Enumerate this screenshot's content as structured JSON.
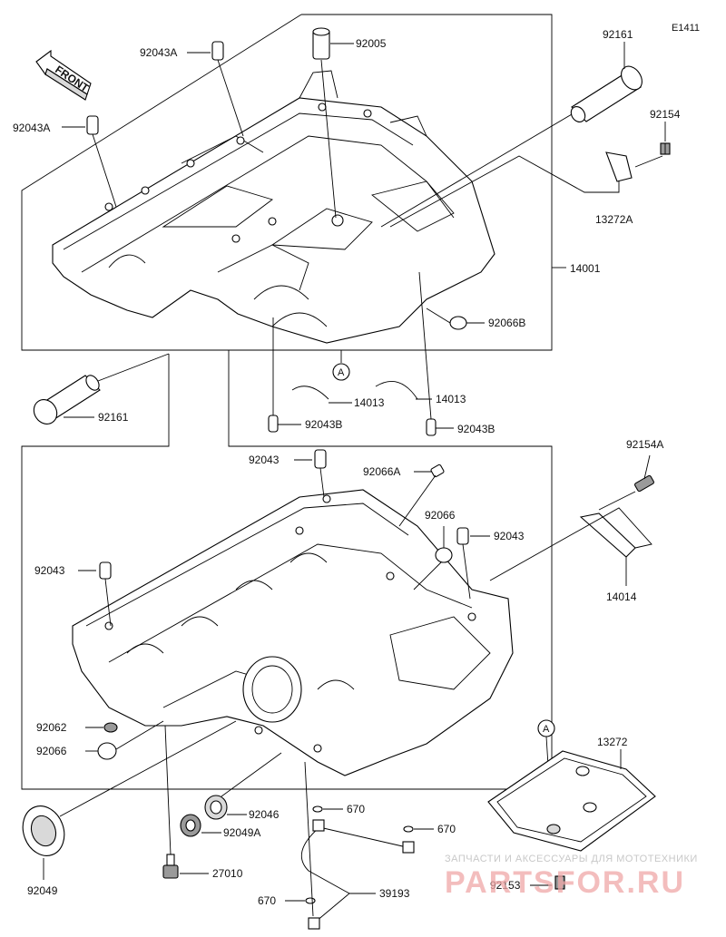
{
  "diagram_code": "E1411",
  "front_label": "FRONT",
  "ref_marker": "A",
  "parts": {
    "p92043a_top": "92043A",
    "p92005": "92005",
    "p92161_top": "92161",
    "p92154": "92154",
    "p92043a_left": "92043A",
    "p13272a": "13272A",
    "p14001": "14001",
    "p92066b": "92066B",
    "p14013_left": "14013",
    "p14013_right": "14013",
    "p92043b_left": "92043B",
    "p92043b_right": "92043B",
    "p92161_left": "92161",
    "p92043_top": "92043",
    "p92066a": "92066A",
    "p92154a": "92154A",
    "p92066": "92066",
    "p92043_right": "92043",
    "p92043_left": "92043",
    "p14014": "14014",
    "p92062": "92062",
    "p92066_left": "92066",
    "p13272": "13272",
    "p92046": "92046",
    "p670_a": "670",
    "p92049a": "92049A",
    "p670_b": "670",
    "p92049": "92049",
    "p27010": "27010",
    "p92153": "92153",
    "p670_c": "670",
    "p39193": "39193"
  },
  "watermark": {
    "line1": "ЗАПЧАСТИ И АКСЕССУАРЫ ДЛЯ МОТОТЕХНИКИ",
    "line2": "PARTSFOR.RU"
  }
}
